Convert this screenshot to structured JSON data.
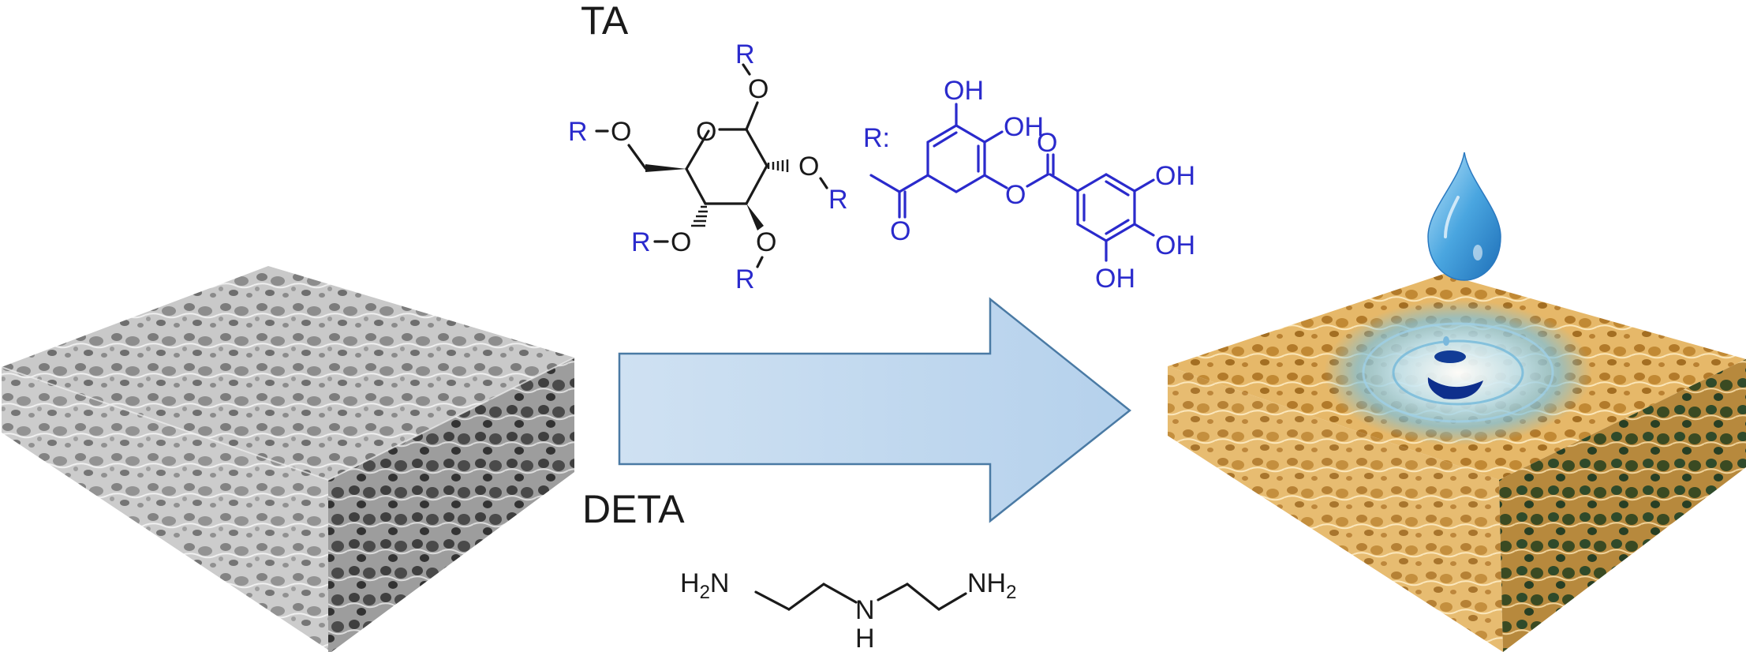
{
  "title": "Tannic acid / DETA coating of porous foam: hydrophobic to hydrophilic",
  "reagents": {
    "ta": {
      "label": "TA",
      "substituent_label": "R",
      "r_definition_label": "R:",
      "glucose_core_atoms": {
        "ring_oxygen": "O",
        "ether_oxygen": "O"
      },
      "galloyl_groups": {
        "hydroxyl": "OH",
        "carbonyl_oxygen": "O",
        "ester_oxygen": "O"
      }
    },
    "deta": {
      "label": "DETA",
      "left_amine": "H2N",
      "left_amine_sub": "2",
      "center_amine_n": "N",
      "center_amine_h": "H",
      "right_amine": "NH",
      "right_amine_sub": "2"
    }
  },
  "process_arrow": {
    "direction": "right",
    "fill": "#bcd6ee",
    "stroke": "#4a7aa4"
  },
  "materials": {
    "before": {
      "name": "untreated-porous-foam",
      "tone": "grayscale"
    },
    "after": {
      "name": "coated-hydrophilic-foam",
      "tone": "golden",
      "droplet": "water-droplet"
    }
  },
  "colors": {
    "text": "#1a1a1a",
    "substituent": "#2a2acc",
    "water": "#3a8fd6",
    "foam_after": "#d9a64e",
    "foam_before": "#a9a9a9"
  }
}
